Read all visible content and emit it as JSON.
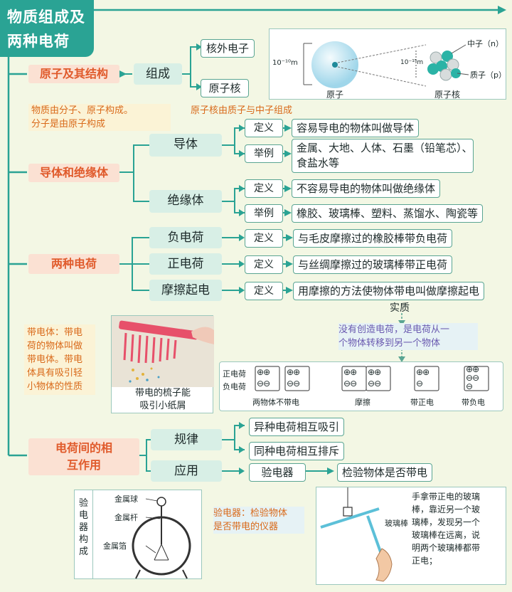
{
  "title": [
    "物质组成及",
    "两种电荷"
  ],
  "section1": {
    "topic": "原子及其结构",
    "node": "组成",
    "children": [
      "核外电子",
      "原子核"
    ],
    "figure": {
      "label_size_atom": "10⁻¹⁰m",
      "label_size_nucleus": "10⁻¹⁵m",
      "caption_atom": "原子",
      "caption_nucleus": "原子核",
      "label_neutron": "中子（n）",
      "label_proton": "质子（p）"
    },
    "note_left": [
      "物质由分子、原子构成。",
      "分子是由原子构成"
    ],
    "note_right": "原子核由质子与中子组成"
  },
  "section2": {
    "topic": "导体和绝缘体",
    "conductor": {
      "label": "导体",
      "def_tag": "定义",
      "def": "容易导电的物体叫做导体",
      "ex_tag": "举例",
      "ex": [
        "金属、大地、人体、石墨（铅笔芯）、",
        "食盐水等"
      ]
    },
    "insulator": {
      "label": "绝缘体",
      "def_tag": "定义",
      "def": "不容易导电的物体叫做绝缘体",
      "ex_tag": "举例",
      "ex": "橡胶、玻璃棒、塑料、蒸馏水、陶瓷等"
    }
  },
  "section3": {
    "topic": "两种电荷",
    "items": [
      {
        "label": "负电荷",
        "tag": "定义",
        "def": "与毛皮摩擦过的橡胶棒带负电荷"
      },
      {
        "label": "正电荷",
        "tag": "定义",
        "def": "与丝绸摩擦过的玻璃棒带正电荷"
      },
      {
        "label": "摩擦起电",
        "tag": "定义",
        "def": "用摩擦的方法使物体带电叫做摩擦起电"
      }
    ],
    "essence_label": "实质",
    "essence_note": [
      "没有创造电荷，是电荷从一",
      "个物体转移到另一个物体"
    ],
    "charged_note": [
      "带电体：带电",
      "荷的物体叫做",
      "带电体。带电",
      "体具有吸引轻",
      "小物体的性质"
    ],
    "comb_caption": [
      "带电的梳子能",
      "吸引小纸屑"
    ],
    "diagram": {
      "row_label_pos": "正电荷",
      "row_label_neg": "负电荷",
      "captions": [
        "两物体不带电",
        "摩擦",
        "带正电",
        "带负电"
      ],
      "plus": "⊕",
      "minus": "⊖"
    }
  },
  "section4": {
    "topic": [
      "电荷间的相",
      "互作用"
    ],
    "rule": {
      "label": "规律",
      "items": [
        "异种电荷相互吸引",
        "同种电荷相互排斥"
      ]
    },
    "apply": {
      "label": "应用",
      "device": "验电器",
      "purpose": "检验物体是否带电"
    },
    "electroscope_title": "验电器构成",
    "electroscope_parts": [
      "金属球",
      "金属杆",
      "金属箔"
    ],
    "electroscope_note": [
      "验电器：检验物体",
      "是否带电的仪器"
    ],
    "rod_label": "玻璃棒",
    "rod_note": [
      "手拿带正电的玻璃",
      "棒，靠近另一个玻",
      "璃棒，发现另一个",
      "玻璃棒在远离，说",
      "明两个玻璃棒都带",
      "正电；"
    ]
  }
}
